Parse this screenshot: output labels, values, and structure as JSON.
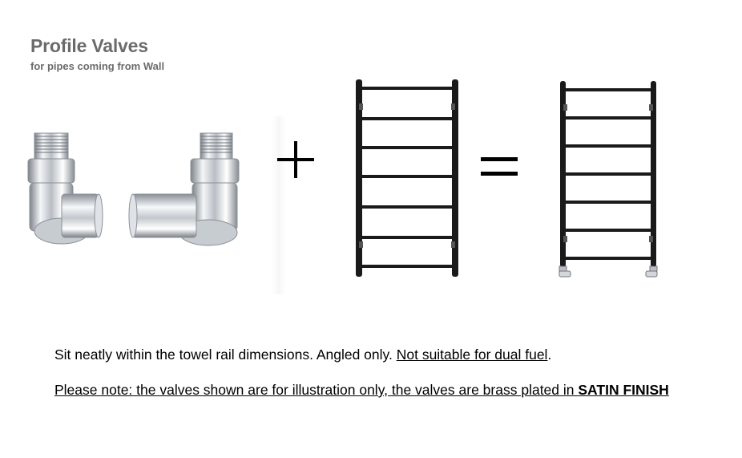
{
  "header": {
    "title": "Profile Valves",
    "subtitle": "for pipes coming from Wall"
  },
  "equation": {
    "plus": "+",
    "equals": "="
  },
  "notes": {
    "line1_text": "Sit neatly within the towel rail dimensions. Angled only. ",
    "line1_underlined": "Not suitable for dual fuel",
    "line1_end": ".",
    "line2_text": "Please note: the valves shown are for illustration only, the valves are brass plated in ",
    "line2_bold": "SATIN FINISH"
  },
  "colors": {
    "heading": "#6b6b6b",
    "rail": "#1a1a1a",
    "chrome_light": "#eef1f4",
    "chrome_dark": "#8a9097"
  }
}
